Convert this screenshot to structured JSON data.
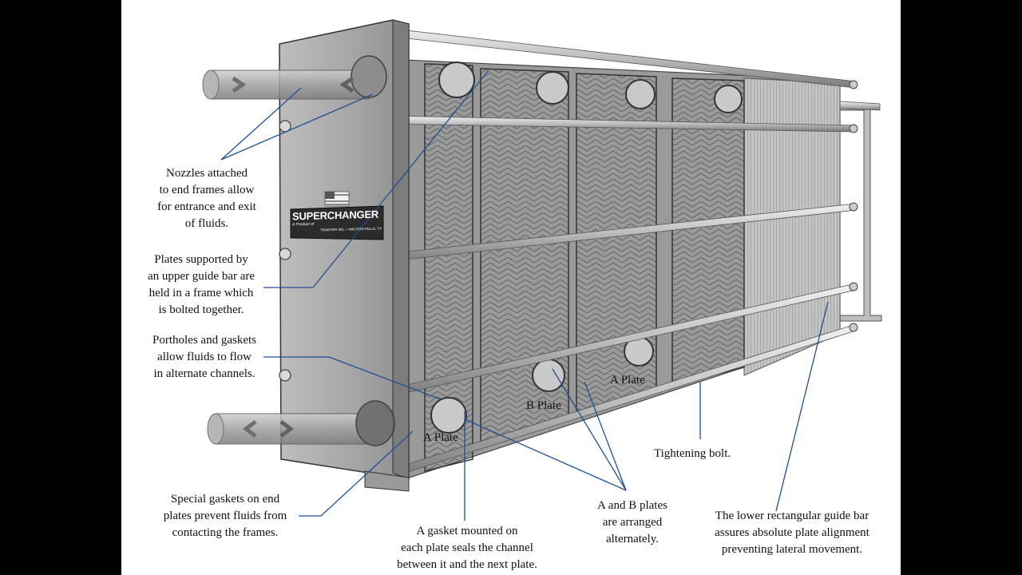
{
  "nameplate": {
    "brand": "SUPERCHANGER",
    "subtitle": "A Product of",
    "maker": "TRANTER INC. • WICHITA FALLS, TX"
  },
  "labels": {
    "nozzles": [
      "Nozzles attached",
      "to end frames allow",
      "for entrance and exit",
      "of fluids."
    ],
    "plates_supported": [
      "Plates supported by",
      "an upper guide bar are",
      "held in a frame which",
      "is bolted together."
    ],
    "portholes": [
      "Portholes and gaskets",
      "allow fluids to flow",
      "in alternate channels."
    ],
    "special_gaskets": [
      "Special gaskets on end",
      "plates prevent fluids from",
      "contacting the frames."
    ],
    "gasket_mounted": [
      "A gasket mounted on",
      "each plate seals the channel",
      "between it and the next plate."
    ],
    "ab_plates": [
      "A and B plates",
      "are arranged",
      "alternately."
    ],
    "lower_bar": [
      "The lower rectangular guide bar",
      "assures absolute plate alignment",
      "preventing lateral movement."
    ],
    "tightening_bolt": "Tightening bolt.",
    "a_plate_right": "A Plate",
    "b_plate": "B Plate",
    "a_plate_left": "A Plate"
  },
  "colors": {
    "frame": "#a9a9a9",
    "plate": "#8c8c8c",
    "leader": "#1f4f96",
    "bolt": "#d2d2d2"
  }
}
